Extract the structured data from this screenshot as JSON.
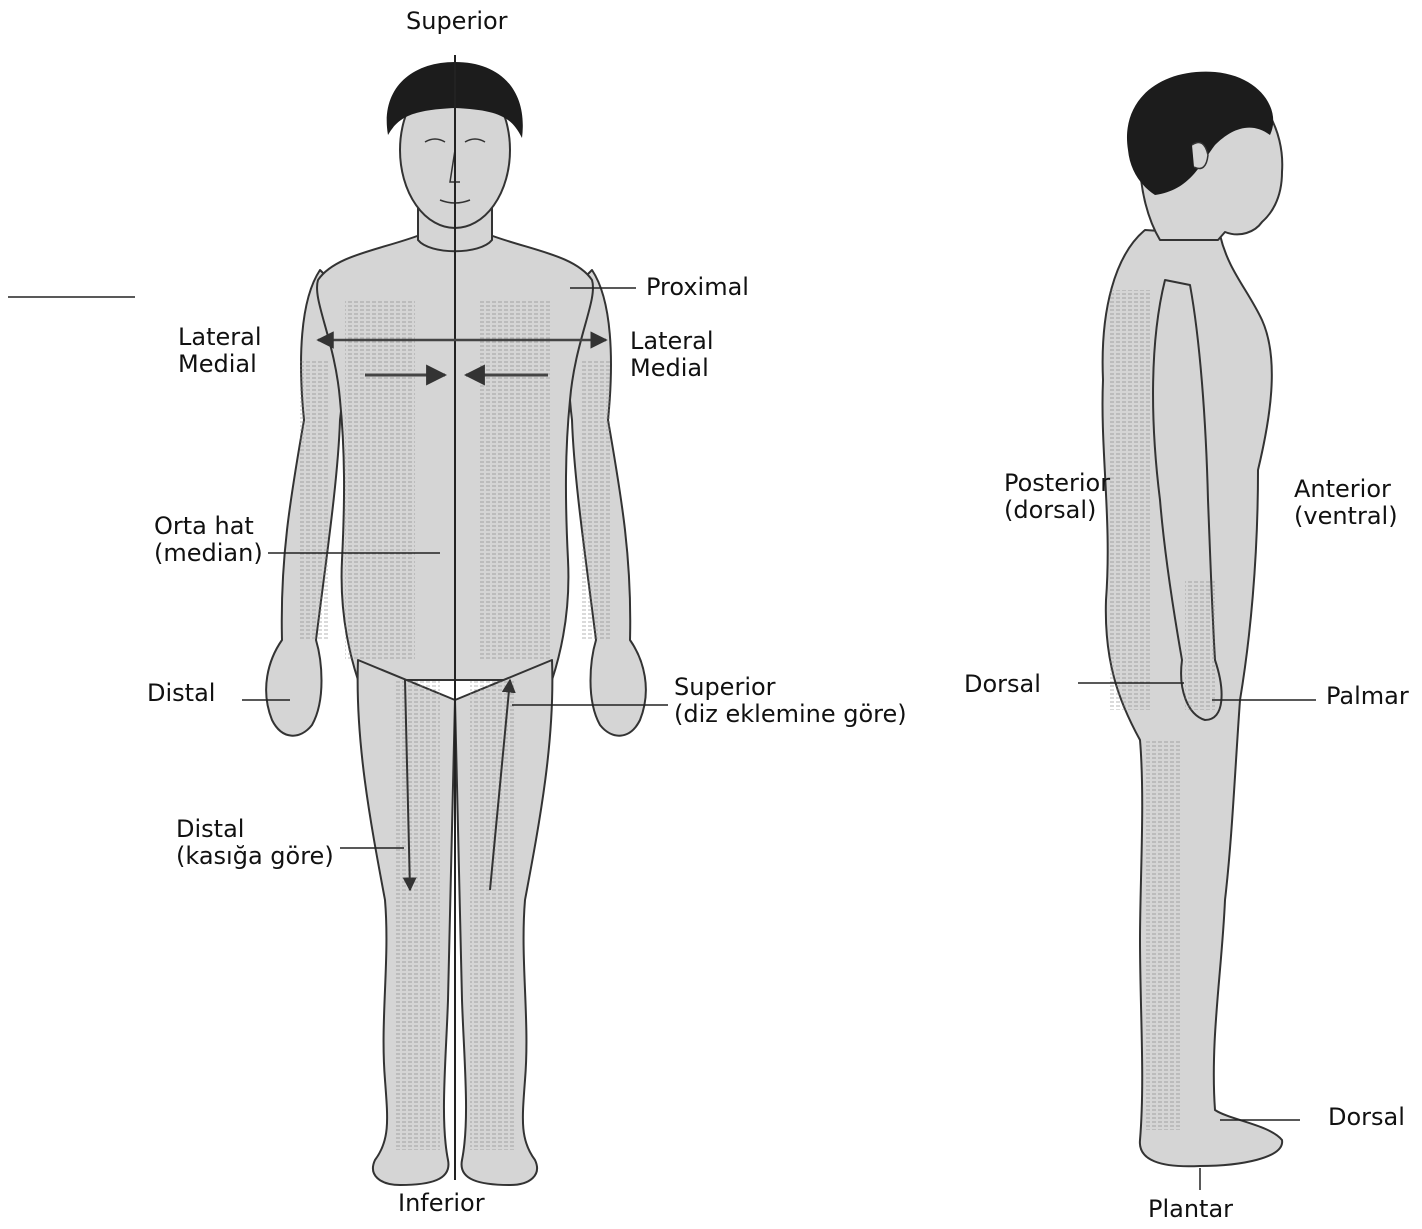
{
  "colors": {
    "skin": "#d5d5d5",
    "outline": "#333333",
    "hatch": "#777777",
    "leader": "#222222",
    "hair": "#1c1c1c"
  },
  "front_view": {
    "top_label": "Superior",
    "bottom_label": "Inferior",
    "proximal_label": "Proximal",
    "left_lateral": "Lateral",
    "left_medial": "Medial",
    "right_lateral": "Lateral",
    "right_medial": "Medial",
    "midline_line1": "Orta hat",
    "midline_line2": "(median)",
    "distal_hand": "Distal",
    "superior_knee_line1": "Superior",
    "superior_knee_line2": "(diz eklemine göre)",
    "distal_groin_line1": "Distal",
    "distal_groin_line2": "(kasığa göre)"
  },
  "side_view": {
    "posterior_line1": "Posterior",
    "posterior_line2": "(dorsal)",
    "anterior_line1": "Anterior",
    "anterior_line2": "(ventral)",
    "dorsal_hand": "Dorsal",
    "palmar": "Palmar",
    "dorsal_foot": "Dorsal",
    "plantar": "Plantar"
  }
}
